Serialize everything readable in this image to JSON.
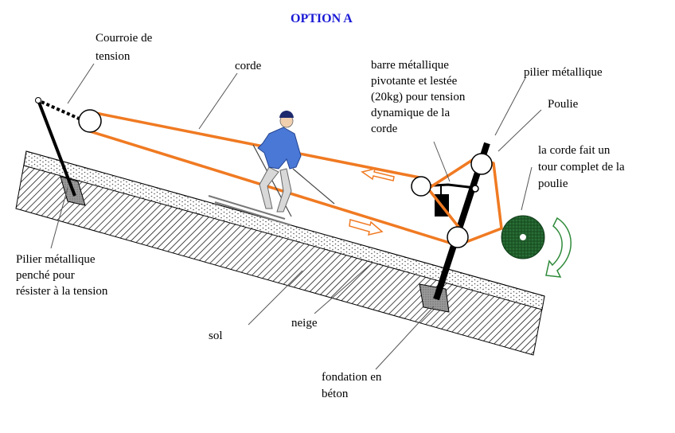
{
  "title": "OPTION A",
  "labels": {
    "courroie": [
      "Courroie de",
      "tension"
    ],
    "corde": "corde",
    "barre": [
      "barre métallique",
      "pivotante et lestée",
      "(20kg) pour tension",
      "dynamique de la",
      "corde"
    ],
    "pilier_metal": "pilier métallique",
    "poulie": "Poulie",
    "tour": [
      "la corde fait un",
      "tour complet de la",
      "poulie"
    ],
    "pilier_penche": [
      "Pilier métallique",
      "penché pour",
      "résister à la tension"
    ],
    "sol": "sol",
    "neige": "neige",
    "fondation": [
      "fondation en",
      "béton"
    ]
  },
  "colors": {
    "rope": "#f07a22",
    "title": "#1a1ad6",
    "pulley_drive": "#1f5c2a",
    "rotation_arrow": "#2f8a3a",
    "direction_arrow": "#f07a22",
    "skier_jacket": "#4a78d6"
  },
  "icons": [
    "skier-figure",
    "rotation-arrow-icon",
    "direction-arrow-icon"
  ]
}
